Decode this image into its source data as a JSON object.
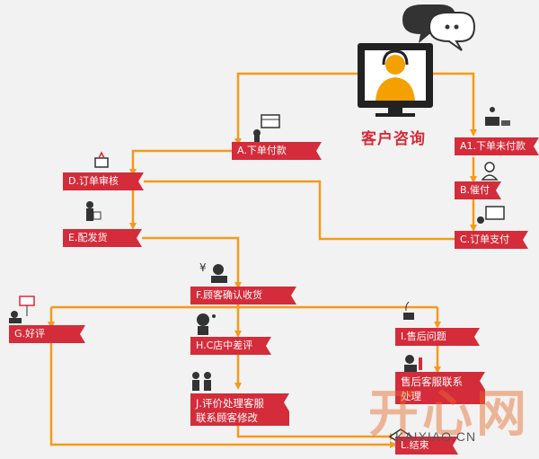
{
  "title": "客户咨询",
  "colors": {
    "line": "#f59a1b",
    "tag": "#d42c3a",
    "accent": "#f4a000",
    "title": "#d42c3a"
  },
  "nodes": {
    "a": "A.下单付款",
    "a1": "A1.下单未付款",
    "b": "B.催付",
    "c": "C.订单支付",
    "d": "D.订单审核",
    "e": "E.配发货",
    "f": "F.顾客确认收货",
    "g": "G.好评",
    "h": "H.C店中差评",
    "i": "I.售后问题",
    "j_line1": "J.评价处理客服",
    "j_line2": "联系顾客修改",
    "k_line1": "售后客服联系",
    "k_line2": "处理",
    "end": "L.结束"
  },
  "icons": [
    "agent-monitor-icon",
    "chat-bubbles-icon",
    "payment-card-icon",
    "gift-box-icon",
    "courier-icon",
    "money-person-icon",
    "rating-sign-icon",
    "thinking-person-icon",
    "two-people-icon",
    "coffee-icon",
    "support-person-icon",
    "handshake-icon"
  ],
  "watermark": {
    "logo": "开心网",
    "url": "KAIXIAO.CN"
  }
}
